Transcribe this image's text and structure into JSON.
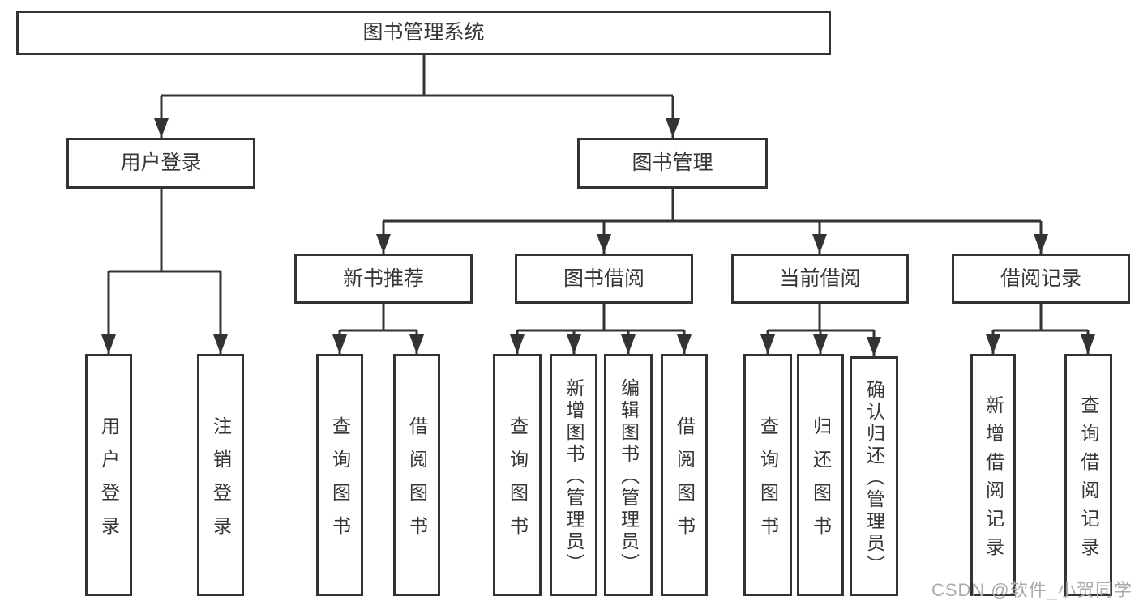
{
  "colors": {
    "line": "#333333",
    "box_border": "#333333",
    "box_bg": "#ffffff",
    "text": "#363636",
    "watermark": "#ababab"
  },
  "watermark": "CSDN @软件_小贺同学",
  "tree": {
    "label": "图书管理系统",
    "children": [
      {
        "label": "用户登录",
        "children": [
          {
            "label": "用户登录"
          },
          {
            "label": "注销登录"
          }
        ]
      },
      {
        "label": "图书管理",
        "children": [
          {
            "label": "新书推荐",
            "children": [
              {
                "label": "查询图书"
              },
              {
                "label": "借阅图书"
              }
            ]
          },
          {
            "label": "图书借阅",
            "children": [
              {
                "label": "查询图书"
              },
              {
                "label": "新增图书（管理员）"
              },
              {
                "label": "编辑图书（管理员）"
              },
              {
                "label": "借阅图书"
              }
            ]
          },
          {
            "label": "当前借阅",
            "children": [
              {
                "label": "查询图书"
              },
              {
                "label": "归还图书"
              },
              {
                "label": "确认归还（管理员）"
              }
            ]
          },
          {
            "label": "借阅记录",
            "children": [
              {
                "label": "新增借阅记录"
              },
              {
                "label": "查询借阅记录"
              }
            ]
          }
        ]
      }
    ]
  }
}
